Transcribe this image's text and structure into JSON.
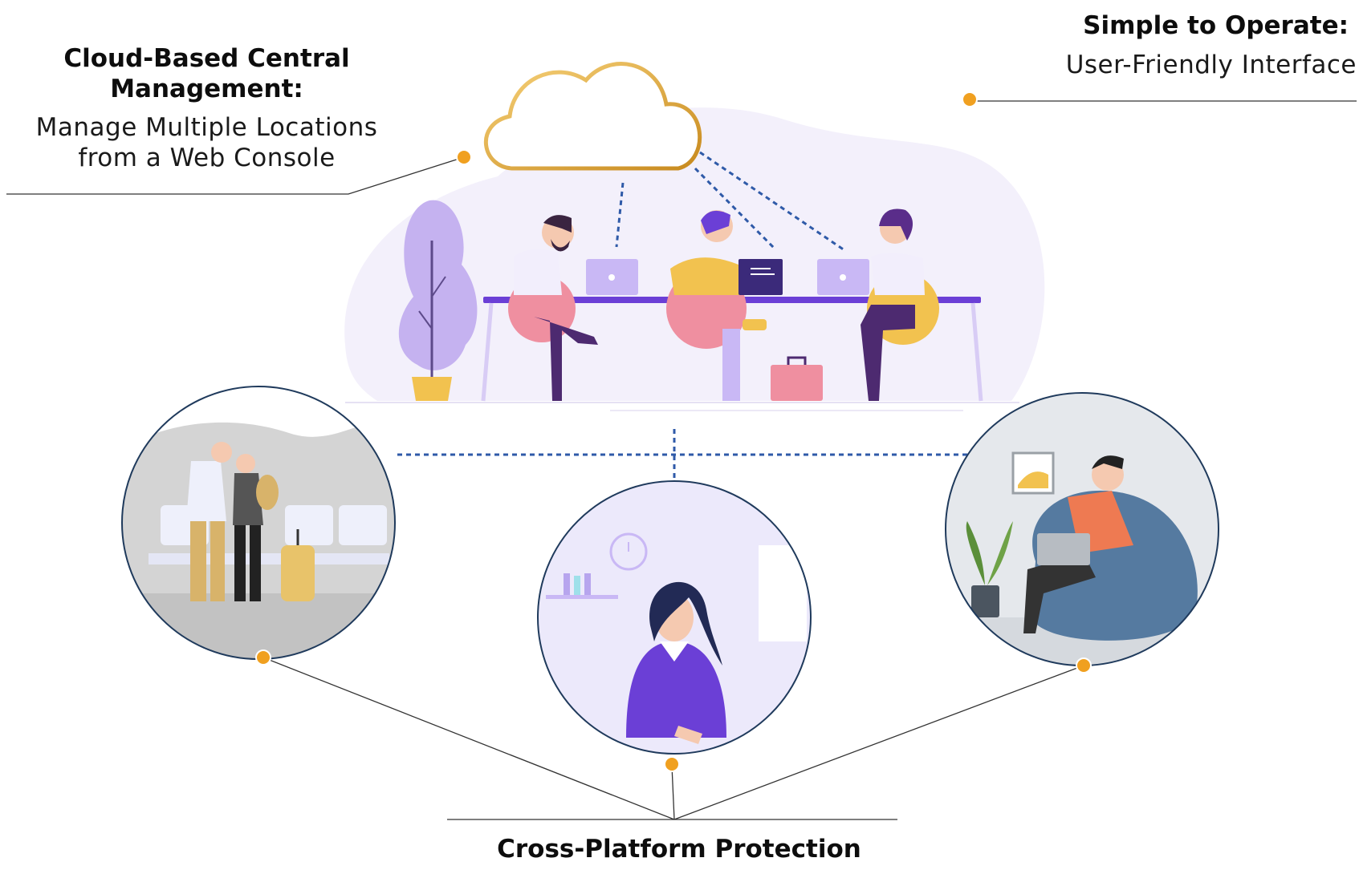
{
  "callouts": {
    "cloud": {
      "title": "Cloud-Based Central Management:",
      "description_line1": "Manage Multiple Locations",
      "description_line2": "from a Web Console"
    },
    "simple": {
      "title": "Simple to Operate:",
      "description": "User-Friendly Interface"
    },
    "cross_platform": {
      "title": "Cross-Platform Protection"
    }
  },
  "colors": {
    "accent_dot": "#f0a020",
    "connector_dash": "#2f5aa8",
    "purple": "#6b3fd6",
    "lavender": "#c9b8f5",
    "pink": "#ef8fa0",
    "mustard": "#f2c24f",
    "circle_border": "#1f3a5c"
  },
  "icons": [
    "cloud-icon",
    "office-team-illustration",
    "travelers-illustration",
    "student-illustration",
    "remote-worker-illustration"
  ]
}
